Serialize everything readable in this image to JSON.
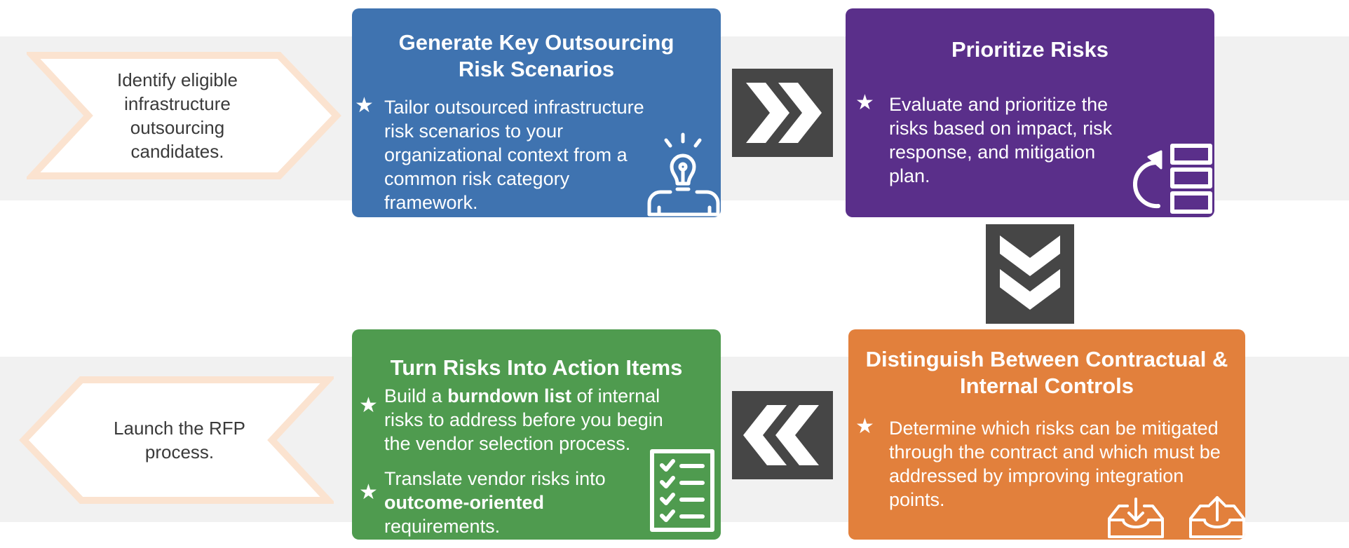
{
  "colors": {
    "band": "#f1f1f1",
    "chevron_outline": "#fbe3d0",
    "blue": "#3f73b0",
    "purple": "#5a2f8a",
    "green": "#4f9b4f",
    "orange": "#e2803c",
    "arrow_box": "#464646"
  },
  "start": {
    "text": "Identify eligible infrastructure outsourcing candidates."
  },
  "end": {
    "text": "Launch the RFP process."
  },
  "steps": [
    {
      "title_line1": "Generate Key Outsourcing",
      "title_line2": "Risk Scenarios",
      "bullets": [
        {
          "text": "Tailor outsourced infrastructure risk scenarios to your organizational context from a common risk category framework."
        }
      ],
      "icon": "lightbulb-person-icon"
    },
    {
      "title_line1": "Prioritize Risks",
      "bullets": [
        {
          "text": "Evaluate and prioritize the risks based on impact, risk response, and mitigation plan."
        }
      ],
      "icon": "prioritize-list-icon"
    },
    {
      "title_line1": "Distinguish Between Contractual &",
      "title_line2": "Internal Controls",
      "bullets": [
        {
          "text": "Determine which risks can be mitigated through the contract and which must be addressed by improving integration points."
        }
      ],
      "icon": "inbox-download-upload-icon"
    },
    {
      "title_line1": "Turn Risks Into Action Items",
      "bullets": [
        {
          "pre": "Build a ",
          "bold": "burndown list",
          "post": " of internal risks to address before you begin the vendor selection process."
        },
        {
          "pre": "Translate vendor risks into ",
          "bold": "outcome-oriented",
          "post": " requirements."
        }
      ],
      "icon": "checklist-icon"
    }
  ],
  "star": "★"
}
